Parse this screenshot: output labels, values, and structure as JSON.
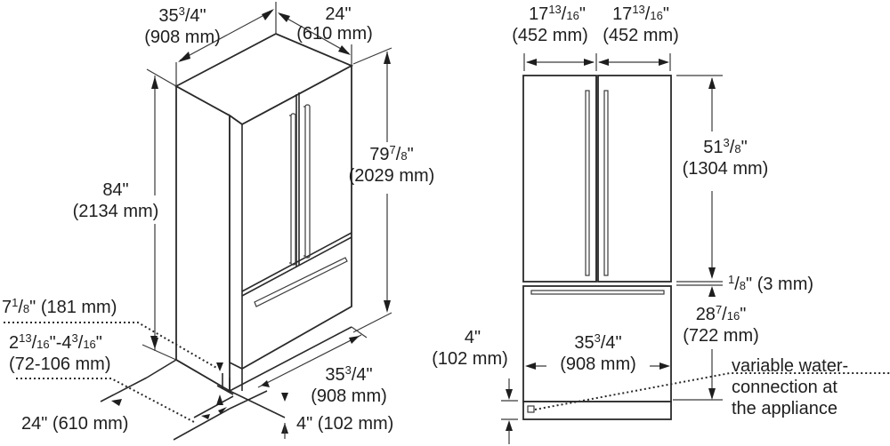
{
  "title": "French door refrigerator dimension drawing",
  "colors": {
    "line": "#2a2a2a",
    "text": "#1e1e1e",
    "background": "#ffffff"
  },
  "iso_view": {
    "top_width": {
      "whole": "35",
      "frac_num": "3",
      "frac_den": "4",
      "mm": "(908 mm)"
    },
    "top_depth": {
      "whole": "24\"",
      "mm": "(610 mm)"
    },
    "overall_height": {
      "whole": "84\"",
      "mm": "(2134 mm)"
    },
    "cabinet_height": {
      "whole": "79",
      "frac_num": "7",
      "frac_den": "8",
      "mm": "(2029 mm)"
    },
    "toe_kick_height": {
      "whole": "7",
      "frac_num": "1",
      "frac_den": "8",
      "mm": "(181 mm)"
    },
    "toe_kick_range": {
      "a_whole": "2",
      "a_num": "13",
      "a_den": "16",
      "b_whole": "4",
      "b_num": "3",
      "b_den": "16",
      "mm": "(72-106 mm)"
    },
    "base_depth": {
      "label": "24\" (610 mm)"
    },
    "base_width": {
      "whole": "35",
      "frac_num": "3",
      "frac_den": "4",
      "mm": "(908 mm)"
    },
    "base_offset": {
      "label": "4\" (102 mm)"
    }
  },
  "front_view": {
    "left_door_width": {
      "whole": "17",
      "frac_num": "13",
      "frac_den": "16",
      "mm": "(452 mm)"
    },
    "right_door_width": {
      "whole": "17",
      "frac_num": "13",
      "frac_den": "16",
      "mm": "(452 mm)"
    },
    "upper_door_height": {
      "whole": "51",
      "frac_num": "3",
      "frac_den": "8",
      "mm": "(1304 mm)"
    },
    "door_gap": {
      "frac_num": "1",
      "frac_den": "8",
      "rest": "\" (3 mm)"
    },
    "drawer_height": {
      "whole": "28",
      "frac_num": "7",
      "frac_den": "16",
      "mm": "(722 mm)"
    },
    "plinth_height": {
      "whole": "4\"",
      "mm": "(102 mm)"
    },
    "drawer_width": {
      "whole": "35",
      "frac_num": "3",
      "frac_den": "4",
      "mm": "(908 mm)"
    },
    "water_note": [
      "variable water-",
      "connection at",
      "the appliance"
    ]
  }
}
